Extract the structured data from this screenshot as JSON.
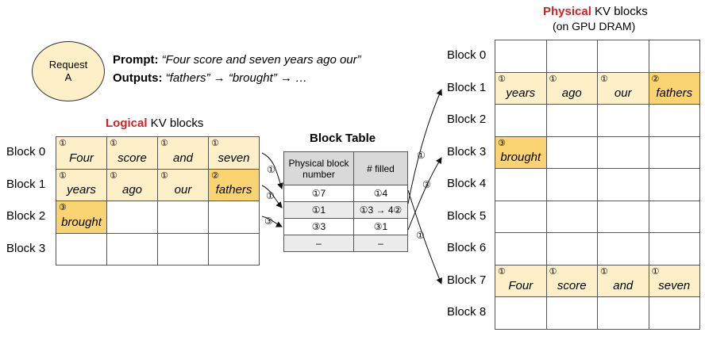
{
  "request": {
    "line1": "Request",
    "line2": "A"
  },
  "prompt": {
    "prompt_label": "Prompt:",
    "prompt_text": "“Four score and seven years ago our”",
    "outputs_label": "Outputs:",
    "outputs_text": "“fathers” → “brought” → …"
  },
  "logical": {
    "title_red": "Logical",
    "title_rest": " KV blocks",
    "rows": [
      {
        "label": "Block 0",
        "cells": [
          {
            "n": "①",
            "t": "Four",
            "c": "light"
          },
          {
            "n": "①",
            "t": "score",
            "c": "light"
          },
          {
            "n": "①",
            "t": "and",
            "c": "light"
          },
          {
            "n": "①",
            "t": "seven",
            "c": "light"
          }
        ]
      },
      {
        "label": "Block 1",
        "cells": [
          {
            "n": "①",
            "t": "years",
            "c": "light"
          },
          {
            "n": "①",
            "t": "ago",
            "c": "light"
          },
          {
            "n": "①",
            "t": "our",
            "c": "light"
          },
          {
            "n": "②",
            "t": "fathers",
            "c": "dark"
          }
        ]
      },
      {
        "label": "Block 2",
        "cells": [
          {
            "n": "③",
            "t": "brought",
            "c": "dark"
          },
          {
            "n": "",
            "t": "",
            "c": ""
          },
          {
            "n": "",
            "t": "",
            "c": ""
          },
          {
            "n": "",
            "t": "",
            "c": ""
          }
        ]
      },
      {
        "label": "Block 3",
        "cells": [
          {
            "n": "",
            "t": "",
            "c": ""
          },
          {
            "n": "",
            "t": "",
            "c": ""
          },
          {
            "n": "",
            "t": "",
            "c": ""
          },
          {
            "n": "",
            "t": "",
            "c": ""
          }
        ]
      }
    ]
  },
  "block_table": {
    "title": "Block Table",
    "headers": [
      "Physical block number",
      "# filled"
    ],
    "rows": [
      {
        "phys": "①7",
        "filled": "①4"
      },
      {
        "phys": "①1",
        "filled": "①3 → 4②"
      },
      {
        "phys": "③3",
        "filled": "③1"
      },
      {
        "phys": "–",
        "filled": "–"
      }
    ]
  },
  "physical": {
    "title_red": "Physical",
    "title_rest": " KV blocks",
    "subtitle": "(on GPU DRAM)",
    "rows": [
      {
        "label": "Block 0",
        "cells": [
          {
            "n": "",
            "t": "",
            "c": ""
          },
          {
            "n": "",
            "t": "",
            "c": ""
          },
          {
            "n": "",
            "t": "",
            "c": ""
          },
          {
            "n": "",
            "t": "",
            "c": ""
          }
        ]
      },
      {
        "label": "Block 1",
        "cells": [
          {
            "n": "①",
            "t": "years",
            "c": "light"
          },
          {
            "n": "①",
            "t": "ago",
            "c": "light"
          },
          {
            "n": "①",
            "t": "our",
            "c": "light"
          },
          {
            "n": "②",
            "t": "fathers",
            "c": "dark"
          }
        ]
      },
      {
        "label": "Block 2",
        "cells": [
          {
            "n": "",
            "t": "",
            "c": ""
          },
          {
            "n": "",
            "t": "",
            "c": ""
          },
          {
            "n": "",
            "t": "",
            "c": ""
          },
          {
            "n": "",
            "t": "",
            "c": ""
          }
        ]
      },
      {
        "label": "Block 3",
        "cells": [
          {
            "n": "③",
            "t": "brought",
            "c": "dark"
          },
          {
            "n": "",
            "t": "",
            "c": ""
          },
          {
            "n": "",
            "t": "",
            "c": ""
          },
          {
            "n": "",
            "t": "",
            "c": ""
          }
        ]
      },
      {
        "label": "Block 4",
        "cells": [
          {
            "n": "",
            "t": "",
            "c": ""
          },
          {
            "n": "",
            "t": "",
            "c": ""
          },
          {
            "n": "",
            "t": "",
            "c": ""
          },
          {
            "n": "",
            "t": "",
            "c": ""
          }
        ]
      },
      {
        "label": "Block 5",
        "cells": [
          {
            "n": "",
            "t": "",
            "c": ""
          },
          {
            "n": "",
            "t": "",
            "c": ""
          },
          {
            "n": "",
            "t": "",
            "c": ""
          },
          {
            "n": "",
            "t": "",
            "c": ""
          }
        ]
      },
      {
        "label": "Block 6",
        "cells": [
          {
            "n": "",
            "t": "",
            "c": ""
          },
          {
            "n": "",
            "t": "",
            "c": ""
          },
          {
            "n": "",
            "t": "",
            "c": ""
          },
          {
            "n": "",
            "t": "",
            "c": ""
          }
        ]
      },
      {
        "label": "Block 7",
        "cells": [
          {
            "n": "①",
            "t": "Four",
            "c": "light"
          },
          {
            "n": "①",
            "t": "score",
            "c": "light"
          },
          {
            "n": "①",
            "t": "and",
            "c": "light"
          },
          {
            "n": "①",
            "t": "seven",
            "c": "light"
          }
        ]
      },
      {
        "label": "Block 8",
        "cells": [
          {
            "n": "",
            "t": "",
            "c": ""
          },
          {
            "n": "",
            "t": "",
            "c": ""
          },
          {
            "n": "",
            "t": "",
            "c": ""
          },
          {
            "n": "",
            "t": "",
            "c": ""
          }
        ]
      }
    ]
  },
  "arrow_labels": {
    "one": "①",
    "three": "③"
  },
  "colors": {
    "accent_red": "#d42020",
    "light_fill": "#fdf0c8",
    "dark_fill": "#f9d470",
    "table_header": "#d9d9d9"
  }
}
